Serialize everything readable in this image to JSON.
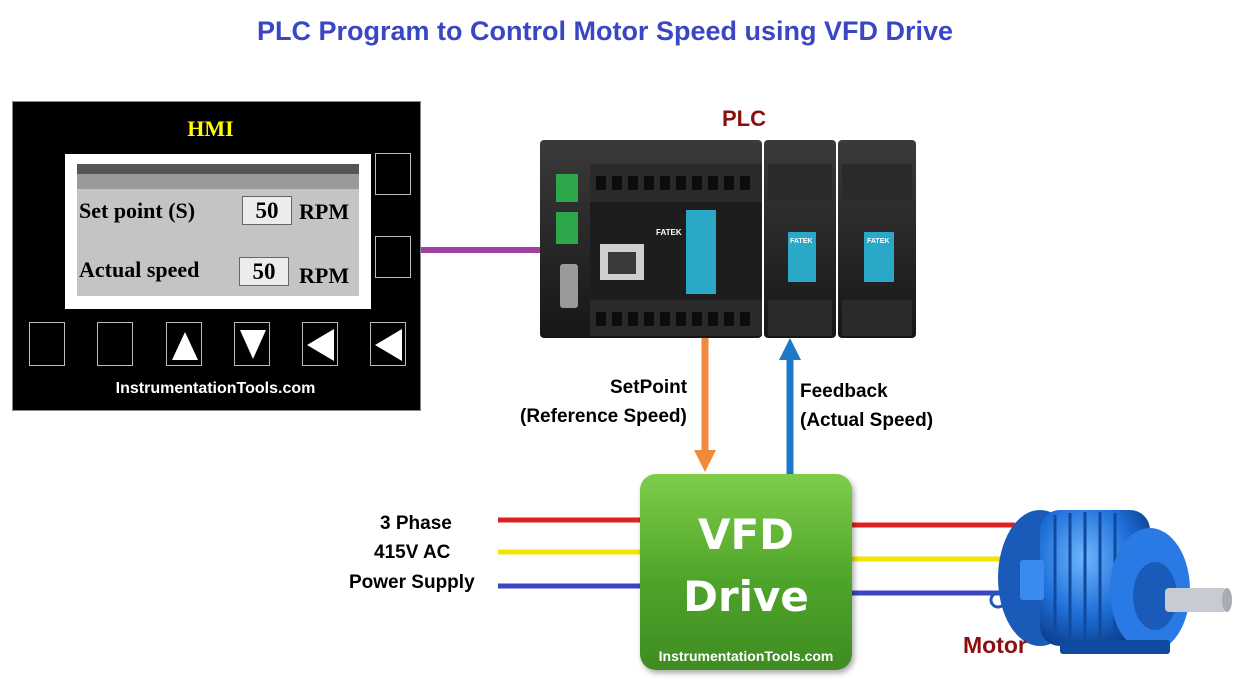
{
  "title": "PLC Program to Control Motor Speed using VFD Drive",
  "hmi": {
    "label": "HMI",
    "setpoint_label": "Set point (S)",
    "setpoint_value": "50",
    "setpoint_unit": "RPM",
    "actual_label": "Actual speed",
    "actual_value": "50",
    "actual_unit": "RPM",
    "brand": "InstrumentationTools.com",
    "buttons": [
      "blank",
      "blank",
      "up-arrow",
      "down-arrow",
      "left-arrow",
      "left-arrow"
    ]
  },
  "plc": {
    "label": "PLC",
    "brand_text": "FATEK"
  },
  "signals": {
    "setpoint_line1": "SetPoint",
    "setpoint_line2": "(Reference Speed)",
    "feedback_line1": "Feedback",
    "feedback_line2": "(Actual Speed)"
  },
  "supply": {
    "line1": "3 Phase",
    "line2": "415V AC",
    "line3": "Power Supply"
  },
  "vfd": {
    "line1": "VFD",
    "line2": "Drive",
    "brand": "InstrumentationTools.com"
  },
  "motor": {
    "label": "Motor"
  },
  "colors": {
    "title": "#3a46c4",
    "hmi_plc_link": "#a040a0",
    "setpoint_arrow": "#f08a3a",
    "feedback_arrow": "#1e78c8",
    "phase_red": "#e02020",
    "phase_yellow": "#f2e600",
    "phase_blue": "#3a46c4",
    "vfd_green": "#5bb032",
    "label_red": "#8b0f0f"
  }
}
